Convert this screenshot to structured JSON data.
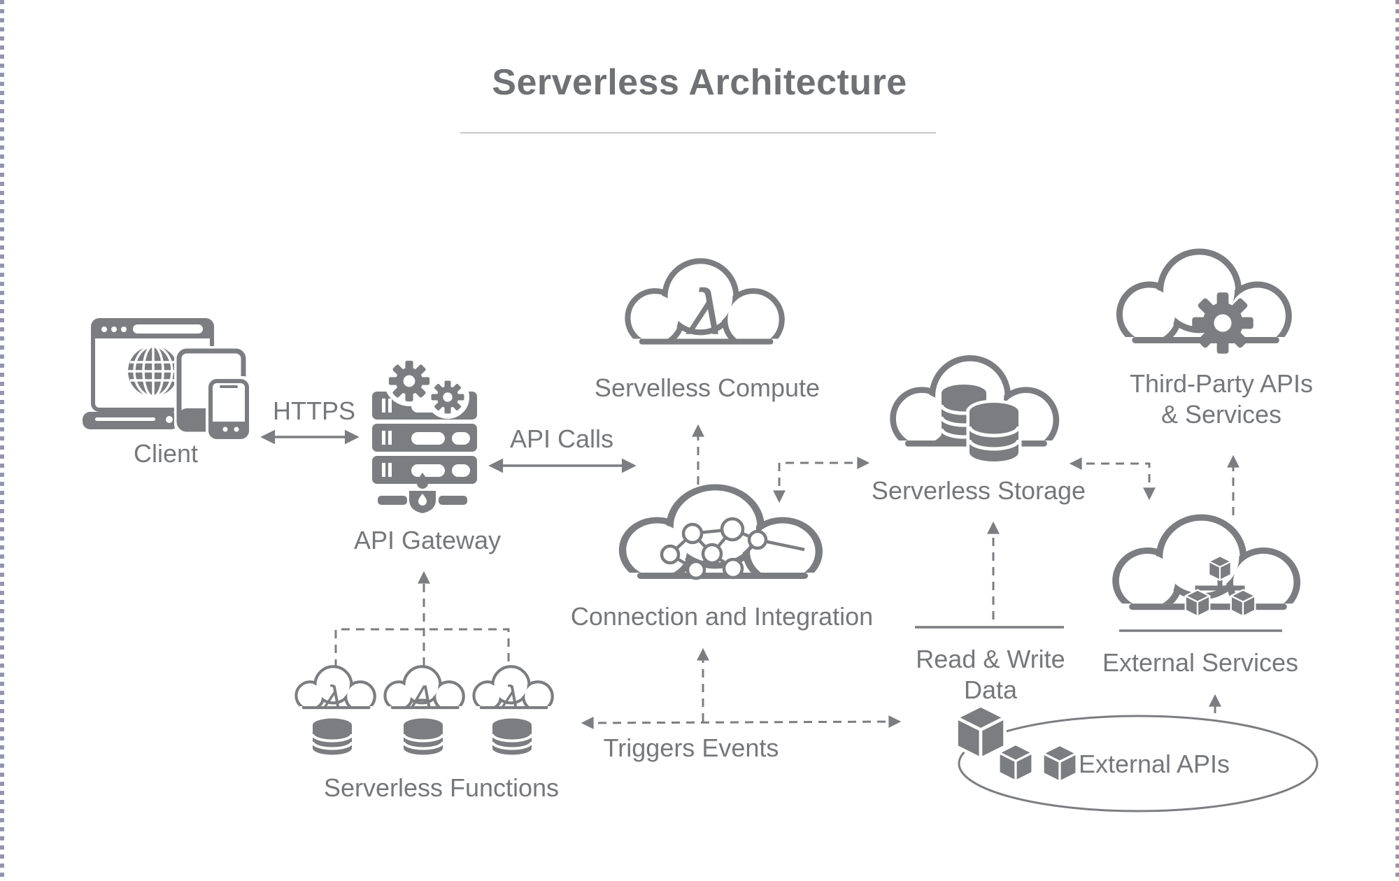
{
  "page": {
    "title": "Serverless Architecture"
  },
  "nodes": {
    "client": {
      "label": "Client"
    },
    "api_gateway": {
      "label": "API Gateway"
    },
    "serverless_compute": {
      "label": "Servelless Compute",
      "glyph": "λ"
    },
    "connection_integration": {
      "label": "Connection and Integration"
    },
    "serverless_storage": {
      "label": "Serverless Storage"
    },
    "third_party": {
      "label_line1": "Third-Party APIs",
      "label_line2": "& Services"
    },
    "external_services": {
      "label": "External Services"
    },
    "external_apis": {
      "label": "External APIs"
    },
    "serverless_functions": {
      "label": "Serverless Functions",
      "glyphs": [
        "λ",
        "A",
        "λ"
      ]
    }
  },
  "edges": {
    "https": {
      "label": "HTTPS"
    },
    "api_calls": {
      "label": "API Calls"
    },
    "triggers_events": {
      "label": "Triggers Events"
    },
    "read_write": {
      "label_line1": "Read & Write",
      "label_line2": "Data"
    }
  },
  "colors": {
    "icon": "#7b7d80",
    "text": "#75777a",
    "title": "#6f7174",
    "dots": "#9395af",
    "rule": "#c9c9c9"
  }
}
